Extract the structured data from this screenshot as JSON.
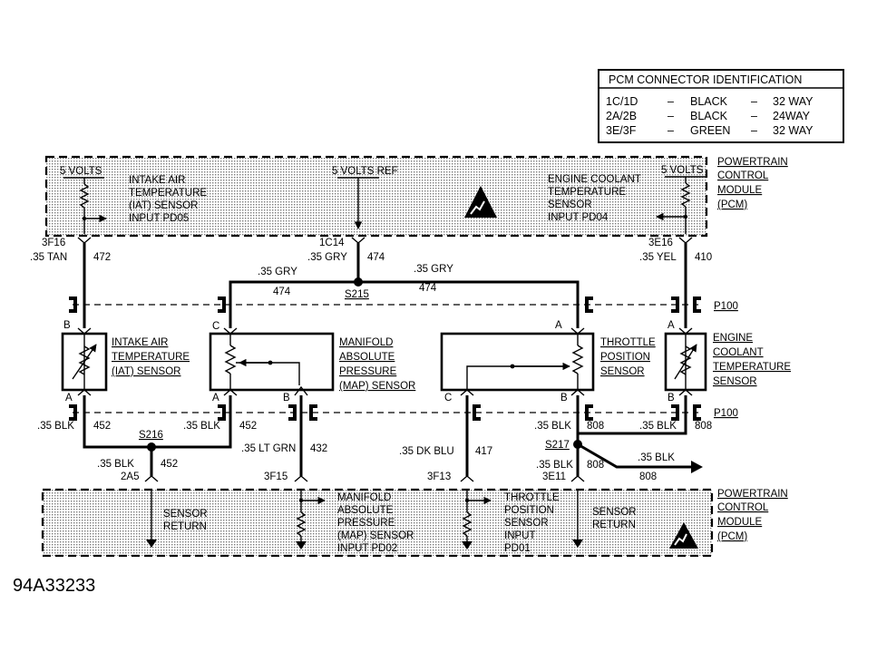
{
  "connector_id": {
    "title": "PCM CONNECTOR IDENTIFICATION",
    "rows": [
      {
        "pins": "1C/1D",
        "sep1": "–",
        "color": "BLACK",
        "sep2": "–",
        "ways": "32 WAY"
      },
      {
        "pins": "2A/2B",
        "sep1": "–",
        "color": "BLACK",
        "sep2": "–",
        "ways": "24WAY"
      },
      {
        "pins": "3E/3F",
        "sep1": "–",
        "color": "GREEN",
        "sep2": "–",
        "ways": "32 WAY"
      }
    ]
  },
  "pcm_top": {
    "name": [
      "POWERTRAIN",
      "CONTROL",
      "MODULE",
      "(PCM)"
    ],
    "iat_volts": "5 VOLTS",
    "iat_label": [
      "INTAKE AIR",
      "TEMPERATURE",
      "(IAT) SENSOR",
      "INPUT PD05"
    ],
    "ref_volts": "5 VOLTS REF",
    "ect_label": [
      "ENGINE COOLANT",
      "TEMPERATURE",
      "SENSOR",
      "INPUT PD04"
    ],
    "ect_volts": "5 VOLTS"
  },
  "pcm_bottom": {
    "name": [
      "POWERTRAIN",
      "CONTROL",
      "MODULE",
      "(PCM)"
    ],
    "sensor_return_left": [
      "SENSOR",
      "RETURN"
    ],
    "map_label": [
      "MANIFOLD",
      "ABSOLUTE",
      "PRESSURE",
      "(MAP) SENSOR",
      "INPUT PD02"
    ],
    "tp_label": [
      "THROTTLE",
      "POSITION",
      "SENSOR",
      "INPUT",
      "PD01"
    ],
    "sensor_return_right": [
      "SENSOR",
      "RETURN"
    ]
  },
  "wires": {
    "iat": {
      "pin": "3F16",
      "gauge": ".35 TAN",
      "circuit": "472"
    },
    "ref": {
      "pin": "1C14",
      "gauge": ".35 GRY",
      "circuit": "474"
    },
    "ect": {
      "pin": "3E16",
      "gauge": ".35 YEL",
      "circuit": "410"
    },
    "ref_left": {
      "gauge": ".35 GRY",
      "circuit": "474"
    },
    "ref_right": {
      "gauge": ".35 GRY",
      "circuit": "474"
    },
    "splice_ref": "S215",
    "iat_ret": {
      "gauge": ".35 BLK",
      "circuit": "452"
    },
    "map_ret": {
      "gauge": ".35 BLK",
      "circuit": "452"
    },
    "splice_ret": "S216",
    "ret_down": {
      "gauge": ".35 BLK",
      "circuit": "452",
      "pin": "2A5"
    },
    "map_sig": {
      "gauge": ".35 LT GRN",
      "circuit": "432",
      "pin": "3F15"
    },
    "tp_sig": {
      "gauge": ".35 DK BLU",
      "circuit": "417",
      "pin": "3F13"
    },
    "tp_ret": {
      "gauge": ".35 BLK",
      "circuit": "808"
    },
    "ect_ret": {
      "gauge": ".35 BLK",
      "circuit": "808"
    },
    "splice_808": "S217",
    "ret808_down": {
      "gauge": ".35 BLK",
      "circuit": "808",
      "pin": "3E11"
    },
    "ret808_branch": {
      "gauge": ".35 BLK",
      "circuit": "808"
    }
  },
  "connectors": {
    "top": "P100",
    "bottom": "P100"
  },
  "sensors": {
    "iat": {
      "label": [
        "INTAKE AIR",
        "TEMPERATURE",
        "(IAT) SENSOR"
      ],
      "pin_top": "B",
      "pin_bottom": "A"
    },
    "map": {
      "label": [
        "MANIFOLD",
        "ABSOLUTE",
        "PRESSURE",
        "(MAP) SENSOR"
      ],
      "pin_c": "C",
      "pin_a": "A",
      "pin_b": "B"
    },
    "tp": {
      "label": [
        "THROTTLE",
        "POSITION",
        "SENSOR"
      ],
      "pin_a": "A",
      "pin_c": "C",
      "pin_b": "B"
    },
    "ect": {
      "label": [
        "ENGINE",
        "COOLANT",
        "TEMPERATURE",
        "SENSOR"
      ],
      "pin_top": "A",
      "pin_bottom": "B"
    }
  },
  "figure_id": "94A33233"
}
